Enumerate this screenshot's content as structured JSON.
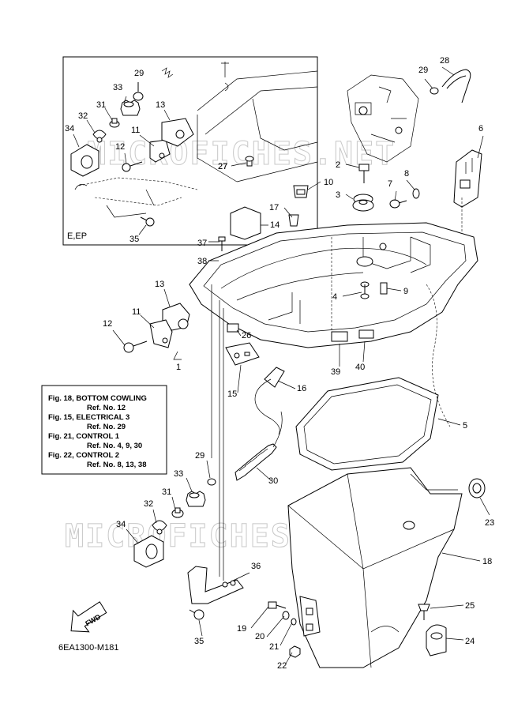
{
  "diagram": {
    "code": "6EA1300-M181",
    "inset_label": "E,EP",
    "watermark": "MICROFICHES.NET",
    "fwd_label": "FWD",
    "reference_box": {
      "lines": [
        "Fig. 18, BOTTOM COWLING",
        "Ref. No. 12",
        "Fig. 15, ELECTRICAL 3",
        "Ref. No. 29",
        "Fig. 21, CONTROL 1",
        "Ref. No. 4, 9, 30",
        "Fig. 22, CONTROL 2",
        "Ref. No. 8, 13, 38"
      ]
    },
    "callouts": [
      "1",
      "2",
      "3",
      "4",
      "5",
      "6",
      "7",
      "8",
      "9",
      "10",
      "11",
      "12",
      "13",
      "14",
      "15",
      "16",
      "17",
      "18",
      "19",
      "20",
      "21",
      "22",
      "23",
      "24",
      "25",
      "26",
      "27",
      "28",
      "29",
      "30",
      "31",
      "32",
      "33",
      "34",
      "35",
      "36",
      "37",
      "38",
      "39",
      "40"
    ],
    "inset_callouts": [
      "29",
      "33",
      "31",
      "32",
      "34",
      "11",
      "12",
      "13",
      "27",
      "35"
    ],
    "lower_callouts": [
      "29",
      "33",
      "31",
      "32",
      "34",
      "36",
      "35"
    ]
  }
}
